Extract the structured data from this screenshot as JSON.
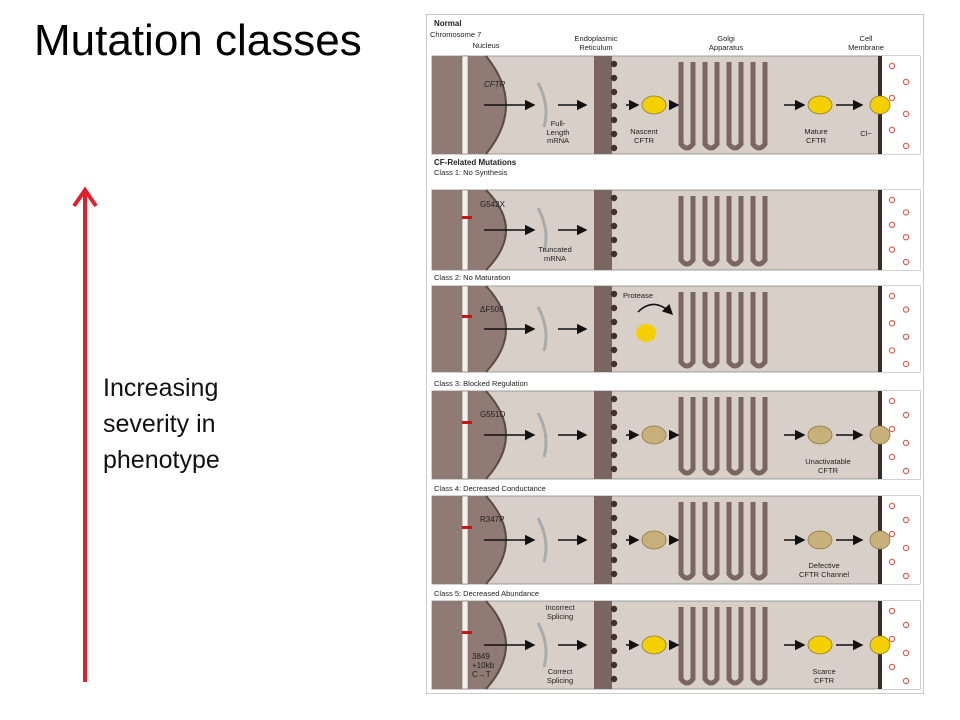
{
  "title": "Mutation classes",
  "severity": {
    "line1": "Increasing",
    "line2": "severity in",
    "line3": "phenotype"
  },
  "colors": {
    "arrow": "#e0202a",
    "panel_bg": "#d8d0c8",
    "nucleus": "#8f7b74",
    "membrane": "#7a6560",
    "cftr_yellow": "#f4d000",
    "cftr_tan": "#c8b07a",
    "chloride": "#e06050"
  },
  "figure": {
    "header": "Normal",
    "columns": {
      "chromosome": "Chromosome 7",
      "nucleus": "Nucleus",
      "er_line1": "Endoplasmic",
      "er_line2": "Reticulum",
      "golgi_line1": "Golgi",
      "golgi_line2": "Apparatus",
      "cell_line1": "Cell",
      "cell_line2": "Membrane"
    },
    "normal": {
      "gene": "CFTR",
      "mrna_line1": "Full-",
      "mrna_line2": "Length",
      "mrna_line3": "mRNA",
      "nascent_line1": "Nascent",
      "nascent_line2": "CFTR",
      "mature_line1": "Mature",
      "mature_line2": "CFTR",
      "chloride": "Cl−"
    },
    "mutations_header": "CF-Related Mutations",
    "classes": [
      {
        "label": "Class 1: No Synthesis",
        "mutation": "G542X",
        "note_line1": "Truncated",
        "note_line2": "mRNA"
      },
      {
        "label": "Class 2: No Maturation",
        "mutation": "ΔF508",
        "note_line1": "Protease",
        "note_line2": ""
      },
      {
        "label": "Class 3: Blocked Regulation",
        "mutation": "G551D",
        "note_line1": "Unactivatable",
        "note_line2": "CFTR"
      },
      {
        "label": "Class 4: Decreased Conductance",
        "mutation": "R347P",
        "note_line1": "Defective",
        "note_line2": "CFTR Channel"
      },
      {
        "label": "Class 5: Decreased Abundance",
        "mutation": "3849",
        "mutation_line2": "+10kb",
        "mutation_line3": "C→T",
        "note_line1": "Incorrect",
        "note_line2": "Splicing",
        "note2_line1": "Correct",
        "note2_line2": "Splicing",
        "note3_line1": "Scarce",
        "note3_line2": "CFTR"
      }
    ]
  }
}
